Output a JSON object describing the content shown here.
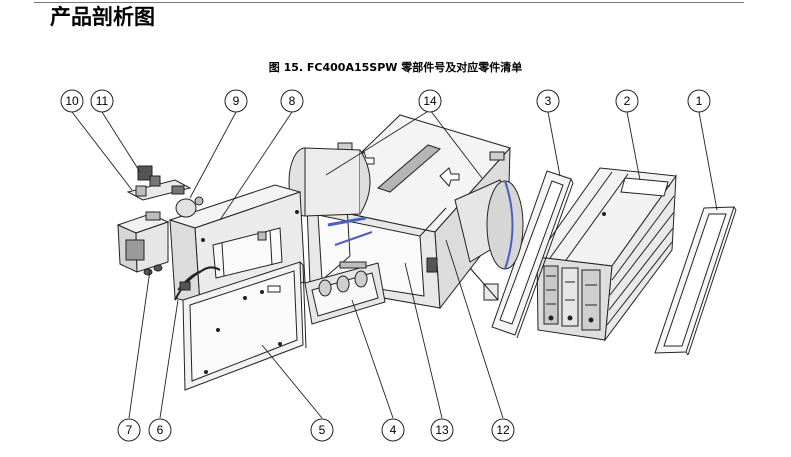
{
  "page": {
    "section_title": "产品剖析图",
    "figure_caption": "图 15. FC400A15SPW 零部件号及对应零件清单"
  },
  "callouts": [
    {
      "id": "1",
      "label": "1"
    },
    {
      "id": "2",
      "label": "2"
    },
    {
      "id": "3",
      "label": "3"
    },
    {
      "id": "4",
      "label": "4"
    },
    {
      "id": "5",
      "label": "5"
    },
    {
      "id": "6",
      "label": "6"
    },
    {
      "id": "7",
      "label": "7"
    },
    {
      "id": "8",
      "label": "8"
    },
    {
      "id": "9",
      "label": "9"
    },
    {
      "id": "10",
      "label": "10"
    },
    {
      "id": "11",
      "label": "11"
    },
    {
      "id": "12",
      "label": "12"
    },
    {
      "id": "13",
      "label": "13"
    },
    {
      "id": "14",
      "label": "14"
    }
  ],
  "colors": {
    "line": "#222222",
    "fill_light": "#f4f4f4",
    "fill_mid": "#d9d9d9",
    "fill_dark": "#9a9a9a",
    "accent_blue": "#4a5fbf"
  }
}
